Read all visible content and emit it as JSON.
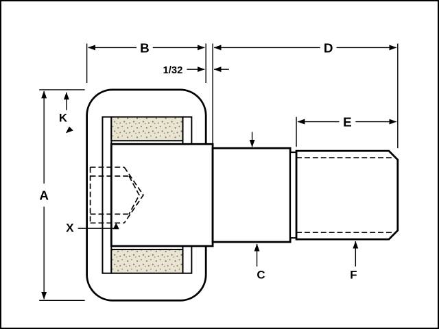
{
  "labels": {
    "a": "A",
    "b": "B",
    "c": "C",
    "d": "D",
    "e": "E",
    "f": "F",
    "k": "K",
    "x": "X",
    "offset": "1/32"
  },
  "colors": {
    "line": "#000000",
    "paper": "#ffffff",
    "stipple_fill": "#eae5d2",
    "stipple_dot": "#7c755e"
  }
}
